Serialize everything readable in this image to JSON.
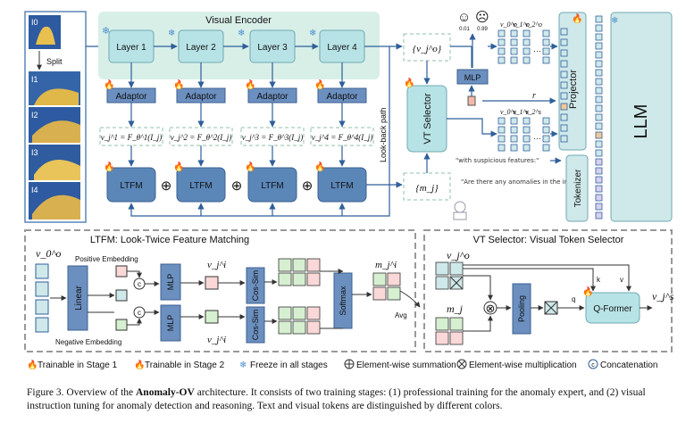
{
  "colors": {
    "encoder_bg": "#d8efe8",
    "layer_fill": "#b8e3e6",
    "adaptor_fill": "#6b8fbf",
    "ltfm_fill": "#5b86b8",
    "selector_fill": "#b8e3e6",
    "projector_fill": "#cfe8ea",
    "tokenizer_fill": "#cfe8ea",
    "llm_fill": "#cfe8ea",
    "dashed_border": "#888888",
    "flame": "#f0a060",
    "snow": "#4a8fd0",
    "visual_token": "#cfe8ea",
    "text_token": "#d8d0ef"
  },
  "left_images": {
    "labels": [
      "I0",
      "I1",
      "I2",
      "I3",
      "I4"
    ],
    "split_label": "Split"
  },
  "visual_encoder": {
    "title": "Visual Encoder",
    "layers": [
      "Layer 1",
      "Layer 2",
      "Layer 3",
      "Layer 4"
    ],
    "adaptor_label": "Adaptor",
    "features": [
      "v_j^1 = F_θ^1(I_j)",
      "v_j^2 = F_θ^2(I_j)",
      "v_j^3 = F_θ^3(I_j)",
      "v_j^4 = F_θ^4(I_j)"
    ],
    "ltfm_label": "LTFM",
    "plus": "⊕",
    "look_back": "Look-back path"
  },
  "middle": {
    "vj_o": "{v_j^o}",
    "mj": "{m_j}",
    "vt_selector": "VT Selector",
    "mlp": "MLP",
    "r_label": "r",
    "scores": [
      "0.01",
      "0.99"
    ],
    "top_tokens": [
      "v_0^o",
      "v_1^o",
      "v_2^o"
    ],
    "bottom_tokens": [
      "v_0^s",
      "v_1^s",
      "v_2^s"
    ],
    "suspicious": "\"with suspicious features:\"",
    "question": "\"Are there any anomalies in the image?\""
  },
  "right": {
    "projector": "Projector",
    "tokenizer": "Tokenizer",
    "llm": "LLM"
  },
  "ltfm_panel": {
    "title": "LTFM: Look-Twice Feature Matching",
    "v0o": "v_0^o",
    "positive": "Positive Embedding",
    "negative": "Negative Embedding",
    "linear": "Linear",
    "concat": "c",
    "mlp": "MLP",
    "vji": "v_j^i",
    "cos_sim": "Cos-Sim",
    "softmax": "Softmax",
    "mji": "m_j^i",
    "avg": "Avg"
  },
  "vt_panel": {
    "title": "VT Selector: Visual Token Selector",
    "vjo": "v_j^o",
    "mj": "m_j",
    "pooling": "Pooling",
    "q": "q",
    "k": "k",
    "v": "v",
    "qformer": "Q-Former",
    "vjs": "v_j^s",
    "mult": "⊗"
  },
  "legend": [
    {
      "icon": "flame-orange-icon",
      "text": "Trainable in Stage 1"
    },
    {
      "icon": "flame-yellow-icon",
      "text": "Trainable in Stage 2"
    },
    {
      "icon": "snowflake-icon",
      "text": "Freeze in all stages"
    },
    {
      "icon": "circle-plus-icon",
      "text": "Element-wise summation"
    },
    {
      "icon": "circle-times-icon",
      "text": "Element-wise multiplication"
    },
    {
      "icon": "circle-c-icon",
      "text": "Concatenation"
    }
  ],
  "caption": {
    "prefix": "Figure 3. Overview of the ",
    "bold": "Anomaly-OV",
    "suffix": " architecture. It consists of two training stages: (1) professional training for the anomaly expert, and (2) visual instruction tuning for anomaly detection and reasoning. Text and visual tokens are distinguished by different colors."
  }
}
